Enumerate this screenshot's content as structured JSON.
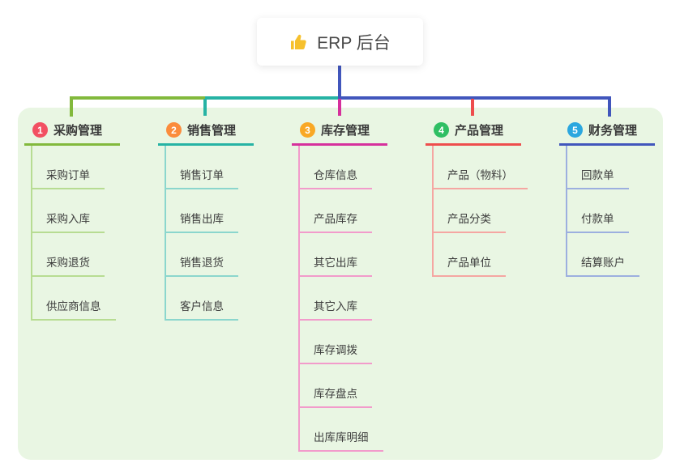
{
  "root": {
    "title": "ERP 后台",
    "icon": "thumbs-up-icon",
    "icon_color": "#F6C02D"
  },
  "panel_color": "#E9F6E3",
  "branches": [
    {
      "num": "1",
      "label": "采购管理",
      "colors": {
        "badge": "#F25062",
        "line": "#82B93C",
        "child_line": "#B7DC92"
      },
      "children": [
        "采购订单",
        "采购入库",
        "采购退货",
        "供应商信息"
      ]
    },
    {
      "num": "2",
      "label": "销售管理",
      "colors": {
        "badge": "#FB8C3C",
        "line": "#26B3A4",
        "child_line": "#8BD6CD"
      },
      "children": [
        "销售订单",
        "销售出库",
        "销售退货",
        "客户信息"
      ]
    },
    {
      "num": "3",
      "label": "库存管理",
      "colors": {
        "badge": "#F9A825",
        "line": "#D6309C",
        "child_line": "#F29BCB"
      },
      "children": [
        "仓库信息",
        "产品库存",
        "其它出库",
        "其它入库",
        "库存调拨",
        "库存盘点",
        "出库库明细"
      ]
    },
    {
      "num": "4",
      "label": "产品管理",
      "colors": {
        "badge": "#2FBF64",
        "line": "#EE4D4D",
        "child_line": "#F5A6A2"
      },
      "children": [
        "产品（物料）",
        "产品分类",
        "产品单位"
      ]
    },
    {
      "num": "5",
      "label": "财务管理",
      "colors": {
        "badge": "#2BA7DF",
        "line": "#4156BC",
        "child_line": "#9CAFDF"
      },
      "children": [
        "回款单",
        "付款单",
        "结算账户"
      ]
    }
  ]
}
